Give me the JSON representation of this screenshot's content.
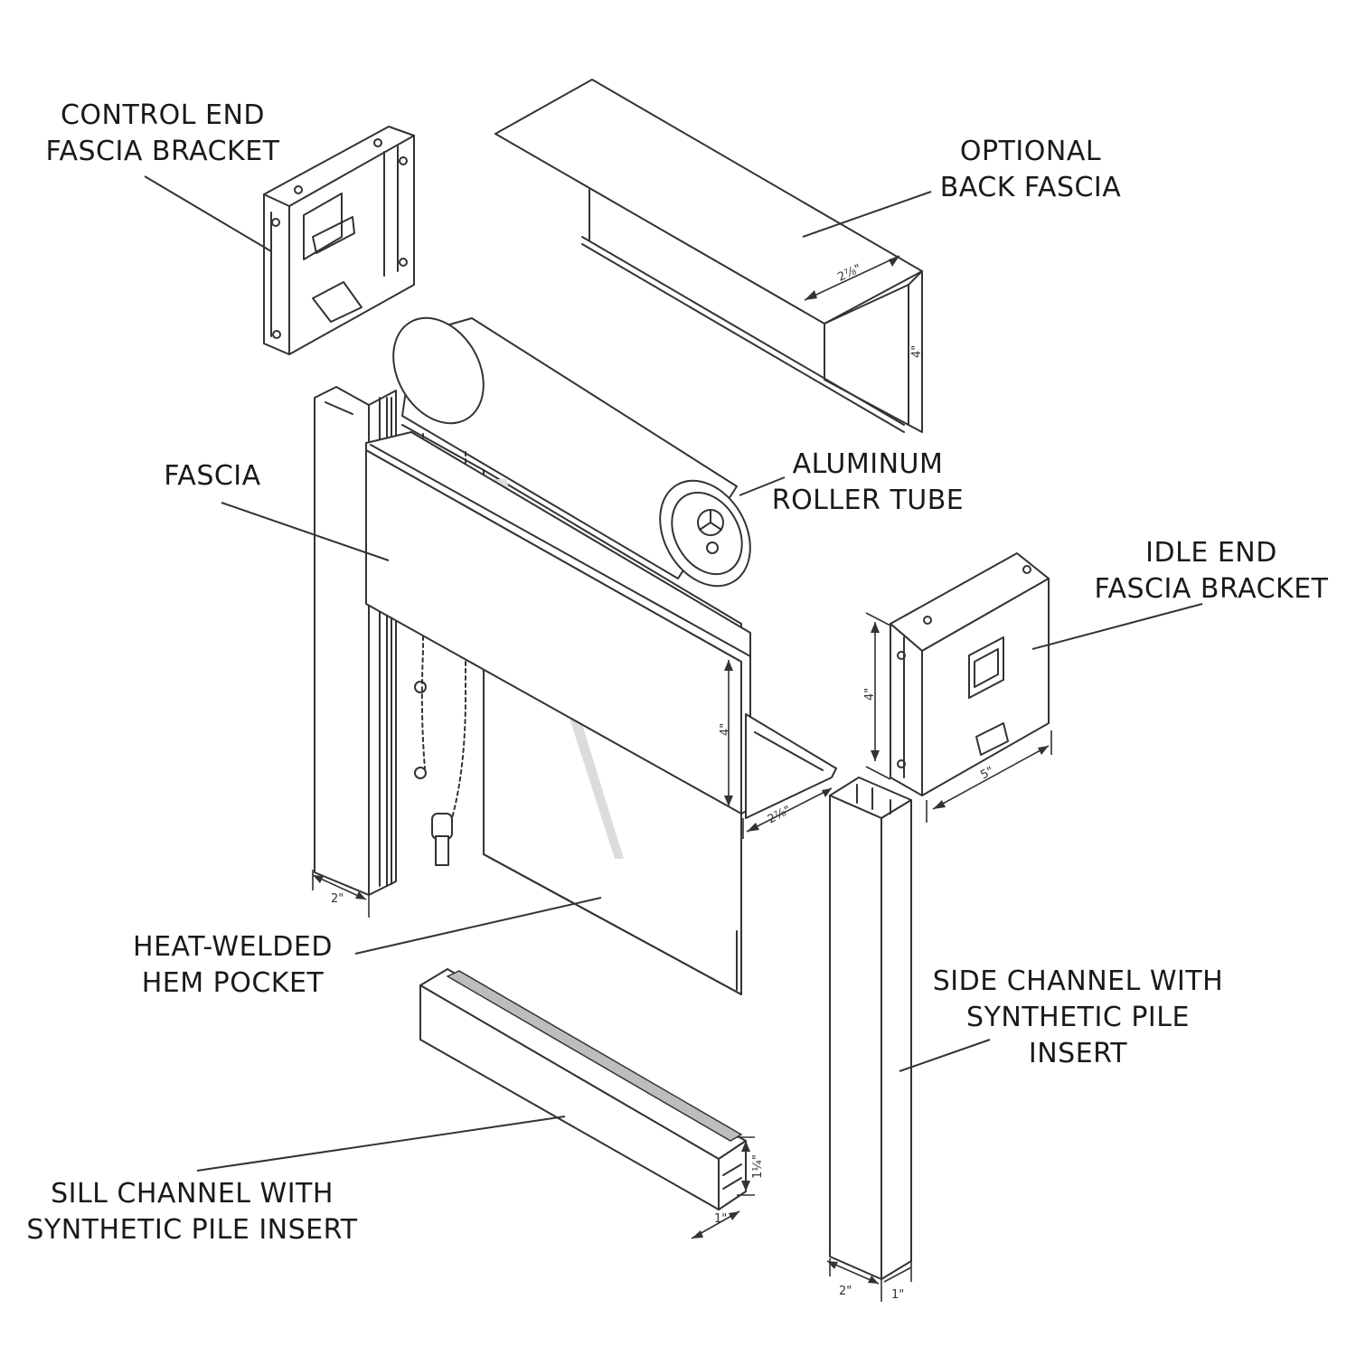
{
  "labels": {
    "control_end": [
      "CONTROL END",
      "FASCIA BRACKET"
    ],
    "back_fascia": [
      "OPTIONAL",
      "BACK FASCIA"
    ],
    "fascia": [
      "FASCIA"
    ],
    "roller_tube": [
      "ALUMINUM",
      "ROLLER TUBE"
    ],
    "idle_end": [
      "IDLE END",
      "FASCIA BRACKET"
    ],
    "hem_pocket": [
      "HEAT-WELDED",
      "HEM POCKET"
    ],
    "side_channel": [
      "SIDE CHANNEL WITH",
      "SYNTHETIC PILE",
      "INSERT"
    ],
    "sill_channel": [
      "SILL CHANNEL WITH",
      "SYNTHETIC PILE INSERT"
    ]
  },
  "dimensions": {
    "back_fascia_depth": "2⅞\"",
    "back_fascia_height": "4\"",
    "fascia_height": "4\"",
    "fascia_depth": "2⅞\"",
    "side_channel_left_width": "2\"",
    "idle_bracket_height": "4\"",
    "idle_bracket_width": "5\"",
    "sill_height": "1¼\"",
    "sill_width": "1\"",
    "side_channel_width": "2\"",
    "side_channel_depth": "1\""
  }
}
